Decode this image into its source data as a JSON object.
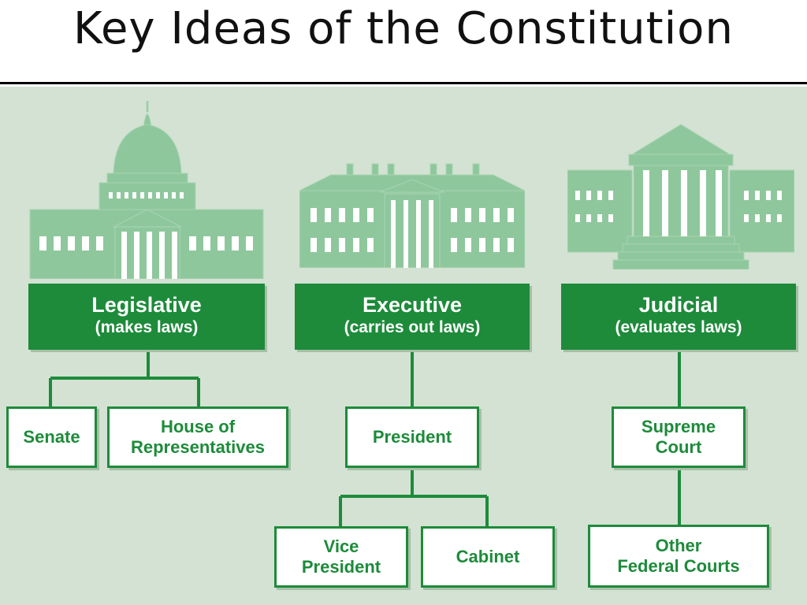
{
  "title": "Key Ideas of the Constitution",
  "colors": {
    "green": "#1d8b3a",
    "panel": "#d3e2d3",
    "building": "#8ec79c"
  },
  "branches": [
    {
      "name": "Legislative",
      "desc": "(makes laws)",
      "building": "capitol-building-icon"
    },
    {
      "name": "Executive",
      "desc": "(carries out laws)",
      "building": "white-house-building-icon"
    },
    {
      "name": "Judicial",
      "desc": "(evaluates laws)",
      "building": "supreme-court-building-icon"
    }
  ],
  "nodes": {
    "senate": "Senate",
    "house": [
      "House of",
      "Representatives"
    ],
    "president": "President",
    "vice_president": [
      "Vice",
      "President"
    ],
    "cabinet": "Cabinet",
    "supreme_court": [
      "Supreme",
      "Court"
    ],
    "other_courts": [
      "Other",
      "Federal Courts"
    ]
  }
}
